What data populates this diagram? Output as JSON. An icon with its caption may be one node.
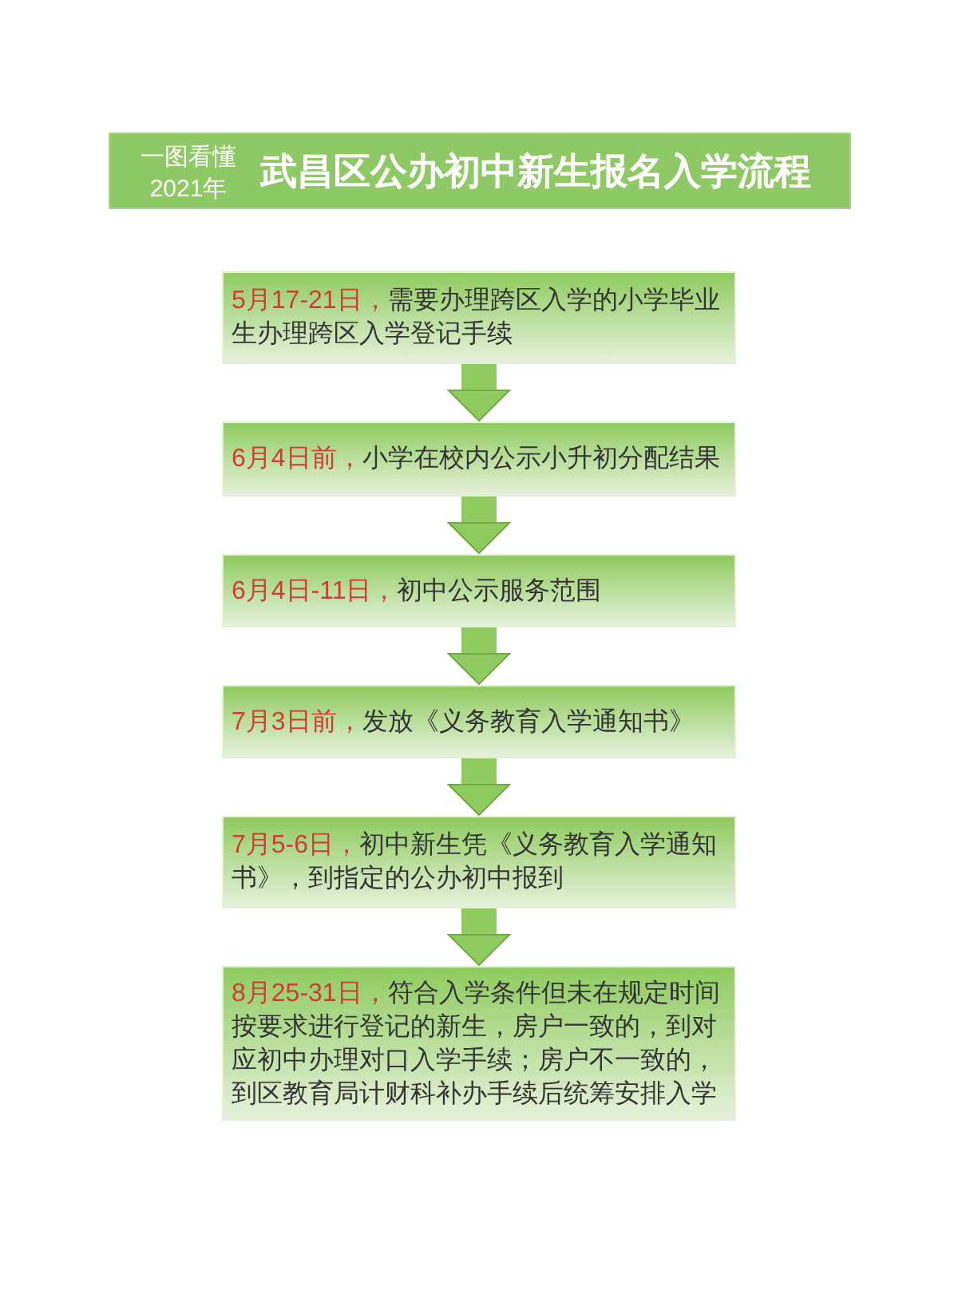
{
  "diagram": {
    "title": "武昌区公办初中新生报名入学流程",
    "nodes": [
      {
        "text": [
          "5月17-21日，",
          "需要办理跨区入学的小学毕业生办理跨区入学登记手续"
        ]
      },
      {
        "text": [
          "6月4日前，",
          "小学在校内公示小升初分配结果"
        ]
      },
      {
        "text": [
          "6月4日-11日，",
          "初中公示服务范围"
        ]
      },
      {
        "text": [
          "7月3日前，",
          "发放《义务教育入学通知书》"
        ]
      },
      {
        "text": [
          "7月5-6日，",
          "初中新生凭《义务教育入学通知书》，到指定的公办初中报到"
        ]
      },
      {
        "text": [
          "8月25-31日，",
          "符合入学条件但未在规定时间按要求进行登记的新生，房户一致的，到对应初中办理对口入学手续；房户不一致的，到区教育局计财科补办手续后统筹安排入学"
        ]
      }
    ],
    "edges": [
      {
        "from": 0,
        "to": 1,
        "arrow": "to"
      },
      {
        "from": 1,
        "to": 2,
        "arrow": "to"
      },
      {
        "from": 2,
        "to": 3,
        "arrow": "to"
      },
      {
        "from": 3,
        "to": 4,
        "arrow": "to"
      },
      {
        "from": 4,
        "to": 5,
        "arrow": "to"
      }
    ],
    "labels": [
      "一图看懂",
      "2021年"
    ]
  }
}
